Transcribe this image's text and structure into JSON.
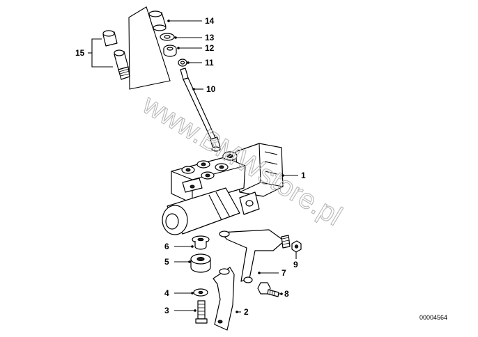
{
  "labels": {
    "n1": "1",
    "n2": "2",
    "n3": "3",
    "n4": "4",
    "n5": "5",
    "n6": "6",
    "n7": "7",
    "n8": "8",
    "n9": "9",
    "n10": "10",
    "n11": "11",
    "n12": "12",
    "n13": "13",
    "n14": "14",
    "n15": "15"
  },
  "diagram_ref": "00004564",
  "watermark": "www.BMWstore.pl"
}
